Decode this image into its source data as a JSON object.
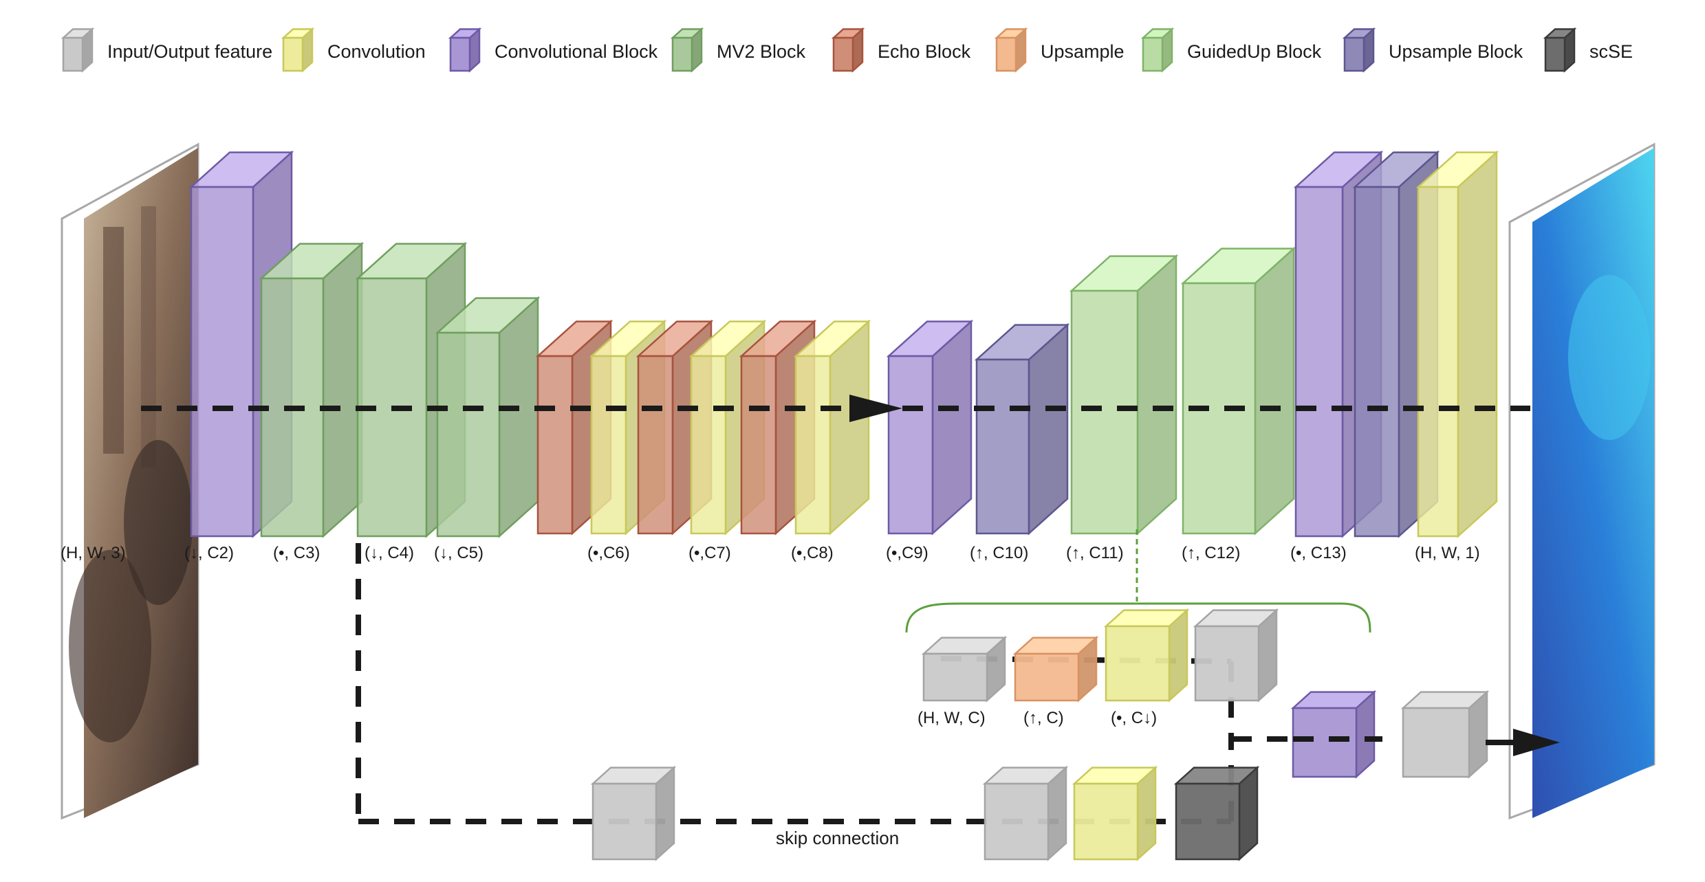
{
  "legend": [
    {
      "key": "io",
      "label": "Input/Output feature",
      "color": "#c9c9c9",
      "stroke": "#a4a4a4"
    },
    {
      "key": "conv",
      "label": "Convolution",
      "color": "#ecec9c",
      "stroke": "#c8c85a"
    },
    {
      "key": "convblock",
      "label": "Convolutional Block",
      "color": "#a996d4",
      "stroke": "#6d5aa6"
    },
    {
      "key": "mv2",
      "label": "MV2 Block",
      "color": "#a9c99c",
      "stroke": "#6f9f5e"
    },
    {
      "key": "echo",
      "label": "Echo Block",
      "color": "#cf8e78",
      "stroke": "#a8533e"
    },
    {
      "key": "upsample",
      "label": "Upsample",
      "color": "#f3b98f",
      "stroke": "#d99262"
    },
    {
      "key": "guidedup",
      "label": "GuidedUp Block",
      "color": "#b9dca5",
      "stroke": "#7fb368"
    },
    {
      "key": "upblock",
      "label": "Upsample Block",
      "color": "#8f89b8",
      "stroke": "#5d5690"
    },
    {
      "key": "scse",
      "label": "scSE",
      "color": "#6d6d6d",
      "stroke": "#3a3a3a"
    }
  ],
  "encoder_decoder": {
    "input_label": "(H, W, 3)",
    "output_label": "(H, W, 1)",
    "stage_labels": [
      "(↓, C2)",
      "(•, C3)",
      "(↓, C4)",
      "(↓, C5)",
      "(•,C6)",
      "(•,C7)",
      "(•,C8)",
      "(•,C9)",
      "(↑, C10)",
      "(↑, C11)",
      "(↑, C12)",
      "(•, C13)"
    ]
  },
  "guided_up_detail": {
    "labels": [
      "(H, W, C)",
      "(↑, C)",
      "(•, C↓)"
    ]
  },
  "skip_label": "skip connection",
  "colors": {
    "input_photo": [
      "#3e2f2a",
      "#8a6f5a",
      "#c8b39a"
    ],
    "output_depth": [
      "#2f4fb0",
      "#2a7fd8",
      "#4fd6f0"
    ],
    "arrow": "#1a1a1a",
    "bracket": "#5aa03a"
  }
}
